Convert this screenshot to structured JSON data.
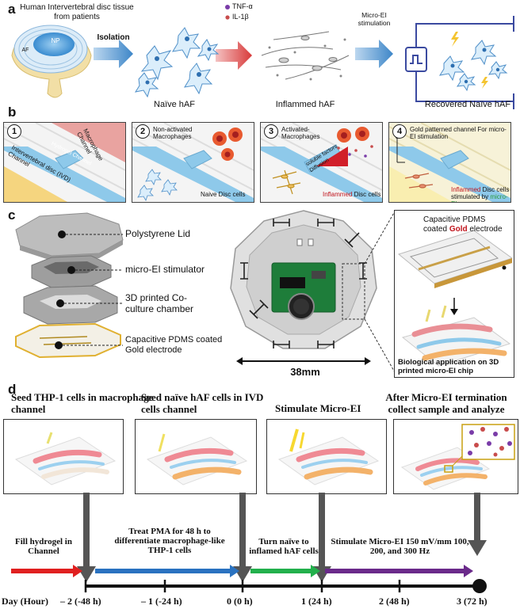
{
  "panel_a": {
    "label": "a",
    "tissue_title": "Human Intervertebral disc tissue from patients",
    "np": "NP",
    "af": "AF",
    "isolation": "Isolation",
    "tnf": "TNF-α",
    "il1b": "IL-1β",
    "micro_ei": "Micro-EI stimulation",
    "naive": "Naïve hAF",
    "inflamed": "Inflammed hAF",
    "recovered": "Recovered Naïve hAF"
  },
  "panel_b": {
    "label": "b",
    "p1": {
      "num": "1",
      "macrophage_channel": "Macrophage Channel",
      "hydrogel": "Hydrogel Channel",
      "ivd": "Intervertebral disc (IVD) Channel"
    },
    "p2": {
      "num": "2",
      "nonactivated": "Non-activated Macrophages",
      "naive_cells": "Naive Disc cells"
    },
    "p3": {
      "num": "3",
      "activated": "Activated- Macrophages",
      "soluble": "soluble factors Diffusion",
      "inflamed_word": "Inflammed",
      "disc_cells": " Disc cells"
    },
    "p4": {
      "num": "4",
      "gold": "Gold patterned channel For micro-EI stimulation",
      "inflamed_word": "Inflammed",
      "disc_cells": " Disc cells",
      "stimulated": "stimulated by ",
      "micro_ei": "micro-EI"
    }
  },
  "panel_c": {
    "label": "c",
    "lid": "Polystyrene Lid",
    "stimulator": "micro-EI stimulator",
    "chamber": "3D printed Co- culture chamber",
    "electrode": "Capacitive PDMS coated Gold electrode",
    "scale": "38mm",
    "inset_top_1": "Capacitive PDMS",
    "inset_top_2a": "coated ",
    "inset_top_gold": "Gold",
    "inset_top_2b": " electrode",
    "inset_bottom": "Biological application on 3D printed micro-EI chip"
  },
  "panel_d": {
    "label": "d",
    "step1": "Seed THP-1 cells in macrophage channel",
    "step2": "Seed naïve hAF cells in IVD cells channel",
    "step3": "Stimulate Micro-EI",
    "step4": "After Micro-EI termination collect sample and analyze",
    "phase1": "Fill hydrogel in Channel",
    "phase2": "Treat PMA for 48 h to differentiate macrophage-like THP-1 cells",
    "phase3": "Turn naïve to inflamed hAF cells",
    "phase4": "Stimulate Micro-EI 150 mV/mm 100, 200, and 300 Hz",
    "day_label": "Day (Hour)",
    "days": [
      "– 2 (-48 h)",
      "– 1 (-24 h)",
      "0 (0 h)",
      "1 (24 h)",
      "2 (48 h)",
      "3 (72 h)"
    ]
  }
}
